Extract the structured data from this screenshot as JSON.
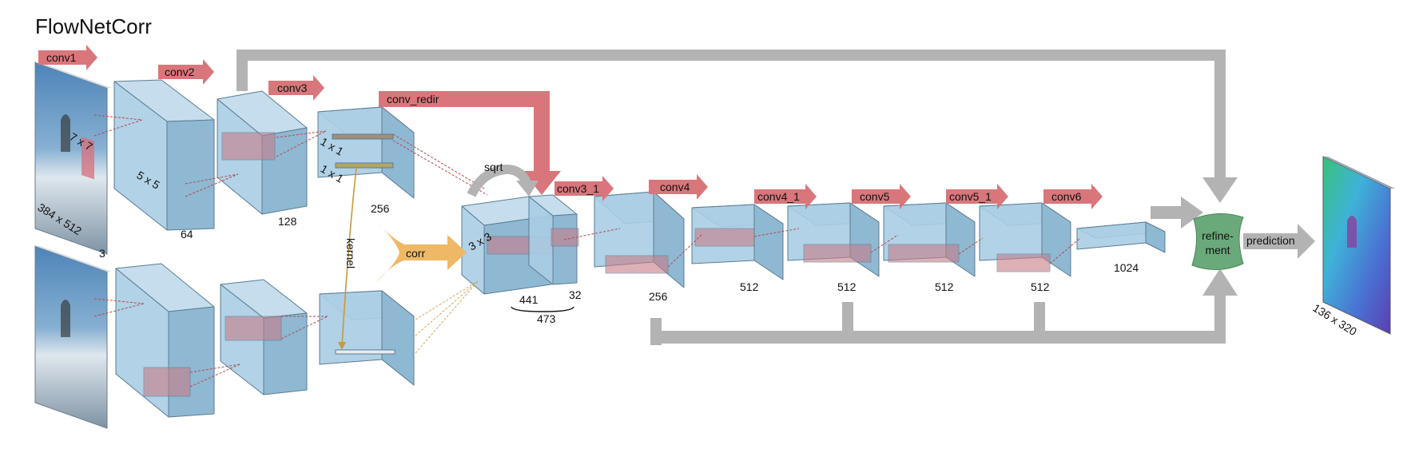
{
  "title": "FlowNetCorr",
  "colors": {
    "block_fill": "#a9cde4",
    "block_edge": "#5c7c92",
    "conv_arrow": "#d9767b",
    "skip_arrow": "#b3b3b3",
    "corr_arrow": "#efb866",
    "refine_fill": "#6aa97a"
  },
  "arrows": {
    "conv1": "conv1",
    "conv2": "conv2",
    "conv3": "conv3",
    "conv_redir": "conv_redir",
    "conv3_1": "conv3_1",
    "conv4": "conv4",
    "conv4_1": "conv4_1",
    "conv5": "conv5",
    "conv5_1": "conv5_1",
    "conv6": "conv6",
    "prediction": "prediction",
    "corr": "corr",
    "sqrt": "sqrt",
    "kernel": "kernel"
  },
  "labels": {
    "input_size": "384 x 512",
    "input_channels": "3",
    "kernel_7": "7 x 7",
    "kernel_5": "5 x 5",
    "kernel_3": "3 x 3",
    "k1_top": "1 x 1",
    "k1_bottom": "1 x 1",
    "c64": "64",
    "c128": "128",
    "c256a": "256",
    "c441": "441",
    "c32": "32",
    "c473": "473",
    "c256b": "256",
    "c512a": "512",
    "c512b": "512",
    "c512c": "512",
    "c512d": "512",
    "c1024": "1024",
    "output_size": "136 x 320"
  },
  "refinement": {
    "line1": "refine-",
    "line2": "ment"
  }
}
